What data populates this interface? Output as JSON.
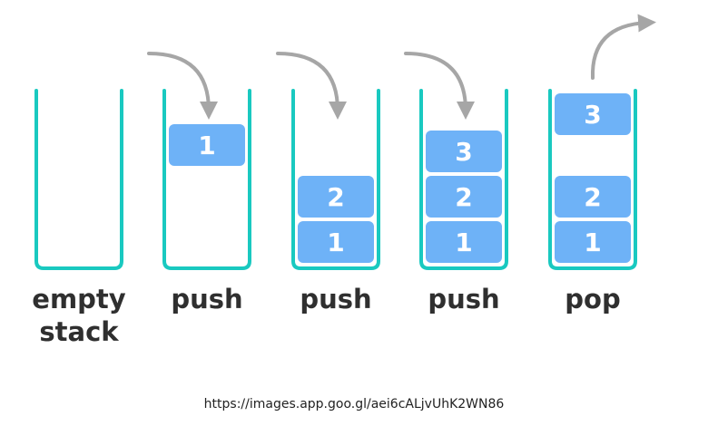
{
  "colors": {
    "container": "#19c9c0",
    "block": "#6eb2f7",
    "arrow": "#a6a6a6",
    "label": "#2f2f2f",
    "block_text": "#ffffff"
  },
  "stacks": [
    {
      "label_lines": [
        "empty",
        "stack"
      ],
      "items": [],
      "arrow": "none"
    },
    {
      "label_lines": [
        "push"
      ],
      "items": [
        "1"
      ],
      "arrow": "in"
    },
    {
      "label_lines": [
        "push"
      ],
      "items": [
        "2",
        "1"
      ],
      "arrow": "in"
    },
    {
      "label_lines": [
        "push"
      ],
      "items": [
        "3",
        "2",
        "1"
      ],
      "arrow": "in"
    },
    {
      "label_lines": [
        "pop"
      ],
      "items": [
        "3",
        "2",
        "1"
      ],
      "arrow": "out"
    }
  ],
  "source": "https://images.app.goo.gl/aei6cALjvUhK2WN86"
}
